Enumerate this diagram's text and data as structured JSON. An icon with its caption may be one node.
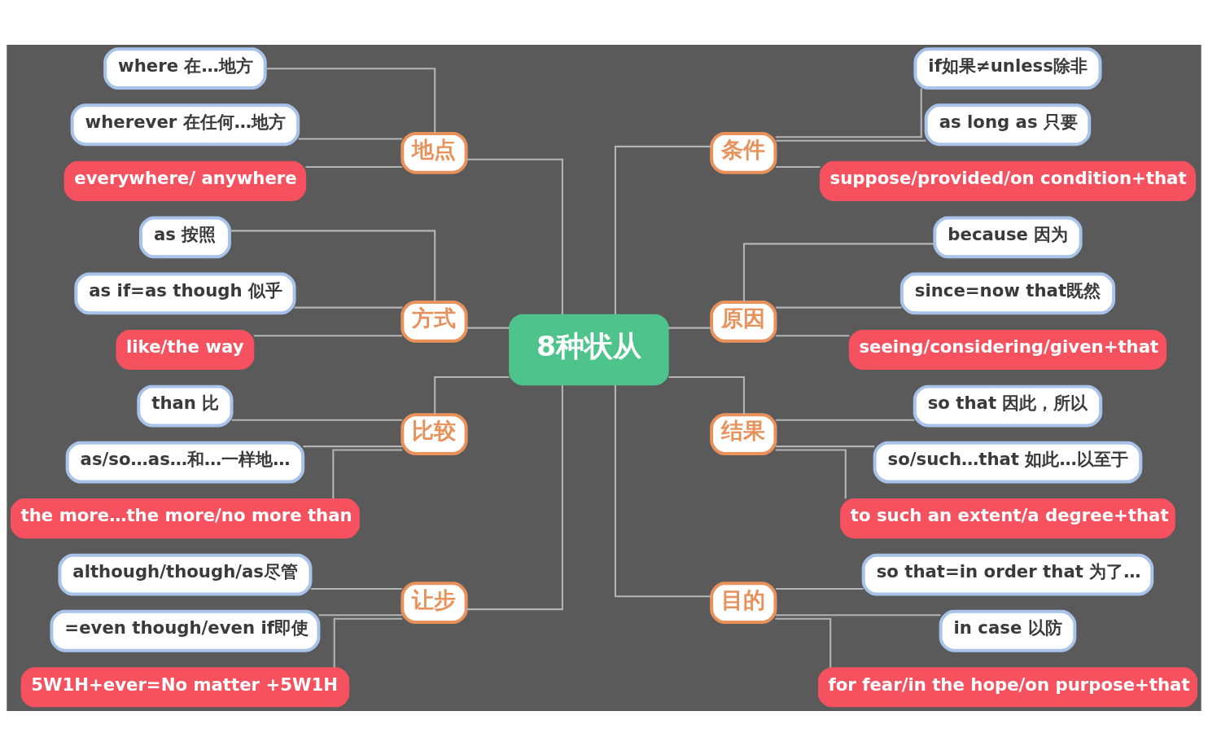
{
  "diagram": {
    "nodes": [
      {
        "text": [
          "8种状从"
        ]
      },
      {
        "text": [
          "地点"
        ]
      },
      {
        "text": [
          "where 在…地方"
        ]
      },
      {
        "text": [
          "wherever 在任何…地方"
        ]
      },
      {
        "text": [
          "everywhere/ anywhere"
        ]
      },
      {
        "text": [
          "方式"
        ]
      },
      {
        "text": [
          "as 按照"
        ]
      },
      {
        "text": [
          "as if=as though 似乎"
        ]
      },
      {
        "text": [
          "like/the way"
        ]
      },
      {
        "text": [
          "比较"
        ]
      },
      {
        "text": [
          "than 比"
        ]
      },
      {
        "text": [
          "as/so…as…和…一样地…"
        ]
      },
      {
        "text": [
          "the more…the more/no more than"
        ]
      },
      {
        "text": [
          "让步"
        ]
      },
      {
        "text": [
          "although/though/as尽管"
        ]
      },
      {
        "text": [
          "=even though/even if即使"
        ]
      },
      {
        "text": [
          "5W1H+ever=No matter +5W1H"
        ]
      },
      {
        "text": [
          "条件"
        ]
      },
      {
        "text": [
          "if如果≠unless除非"
        ]
      },
      {
        "text": [
          "as long as 只要"
        ]
      },
      {
        "text": [
          "suppose/provided/on condition+that"
        ]
      },
      {
        "text": [
          "原因"
        ]
      },
      {
        "text": [
          "because 因为"
        ]
      },
      {
        "text": [
          "since=now that既然"
        ]
      },
      {
        "text": [
          "seeing/considering/given+that"
        ]
      },
      {
        "text": [
          "结果"
        ]
      },
      {
        "text": [
          "so that 因此，所以"
        ]
      },
      {
        "text": [
          "so/such…that 如此…以至于"
        ]
      },
      {
        "text": [
          "to such an extent/a degree+that"
        ]
      },
      {
        "text": [
          "目的"
        ]
      },
      {
        "text": [
          "so that=in order that 为了…"
        ]
      },
      {
        "text": [
          "in case 以防"
        ]
      },
      {
        "text": [
          "for fear/in the hope/on purpose+that"
        ]
      }
    ],
    "edges": [
      {
        "from": 0,
        "to": 1,
        "arrow": "none"
      },
      {
        "from": 1,
        "to": 2,
        "arrow": "none"
      },
      {
        "from": 1,
        "to": 3,
        "arrow": "none"
      },
      {
        "from": 1,
        "to": 4,
        "arrow": "none"
      },
      {
        "from": 0,
        "to": 5,
        "arrow": "none"
      },
      {
        "from": 5,
        "to": 6,
        "arrow": "none"
      },
      {
        "from": 5,
        "to": 7,
        "arrow": "none"
      },
      {
        "from": 5,
        "to": 8,
        "arrow": "none"
      },
      {
        "from": 0,
        "to": 9,
        "arrow": "none"
      },
      {
        "from": 9,
        "to": 10,
        "arrow": "none"
      },
      {
        "from": 9,
        "to": 11,
        "arrow": "none"
      },
      {
        "from": 9,
        "to": 12,
        "arrow": "none"
      },
      {
        "from": 0,
        "to": 13,
        "arrow": "none"
      },
      {
        "from": 13,
        "to": 14,
        "arrow": "none"
      },
      {
        "from": 13,
        "to": 15,
        "arrow": "none"
      },
      {
        "from": 13,
        "to": 16,
        "arrow": "none"
      },
      {
        "from": 0,
        "to": 17,
        "arrow": "none"
      },
      {
        "from": 17,
        "to": 18,
        "arrow": "none"
      },
      {
        "from": 17,
        "to": 19,
        "arrow": "none"
      },
      {
        "from": 17,
        "to": 20,
        "arrow": "none"
      },
      {
        "from": 0,
        "to": 21,
        "arrow": "none"
      },
      {
        "from": 21,
        "to": 22,
        "arrow": "none"
      },
      {
        "from": 21,
        "to": 23,
        "arrow": "none"
      },
      {
        "from": 21,
        "to": 24,
        "arrow": "none"
      },
      {
        "from": 0,
        "to": 25,
        "arrow": "none"
      },
      {
        "from": 25,
        "to": 26,
        "arrow": "none"
      },
      {
        "from": 25,
        "to": 27,
        "arrow": "none"
      },
      {
        "from": 25,
        "to": 28,
        "arrow": "none"
      },
      {
        "from": 0,
        "to": 29,
        "arrow": "none"
      },
      {
        "from": 29,
        "to": 30,
        "arrow": "none"
      },
      {
        "from": 29,
        "to": 31,
        "arrow": "none"
      },
      {
        "from": 29,
        "to": 32,
        "arrow": "none"
      }
    ]
  }
}
